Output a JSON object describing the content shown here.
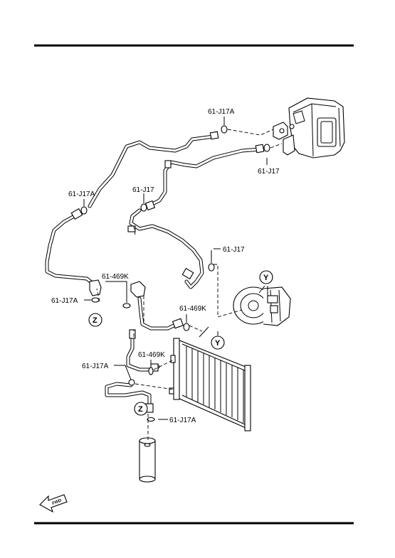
{
  "labels": {
    "oring_j17a_top": "61-J17A",
    "oring_j17_evap": "61-J17",
    "oring_j17_mid": "61-J17",
    "oring_j17a_left": "61-J17A",
    "oring_j17_right": "61-J17",
    "oring_469k_left": "61-469K",
    "oring_469k_right": "61-469K",
    "oring_j17a_lower_left": "61-J17A",
    "oring_469k_condenser": "61-469K",
    "oring_j17a_bottom": "61-J17A",
    "oring_j17a_drier": "61-J17A"
  },
  "callouts": {
    "z_left": "Z",
    "z_bottom": "Z",
    "y_top": "Y",
    "y_lower": "Y"
  },
  "fwd_arrow": "FWD",
  "colors": {
    "ink": "#000000",
    "paper": "#ffffff"
  }
}
